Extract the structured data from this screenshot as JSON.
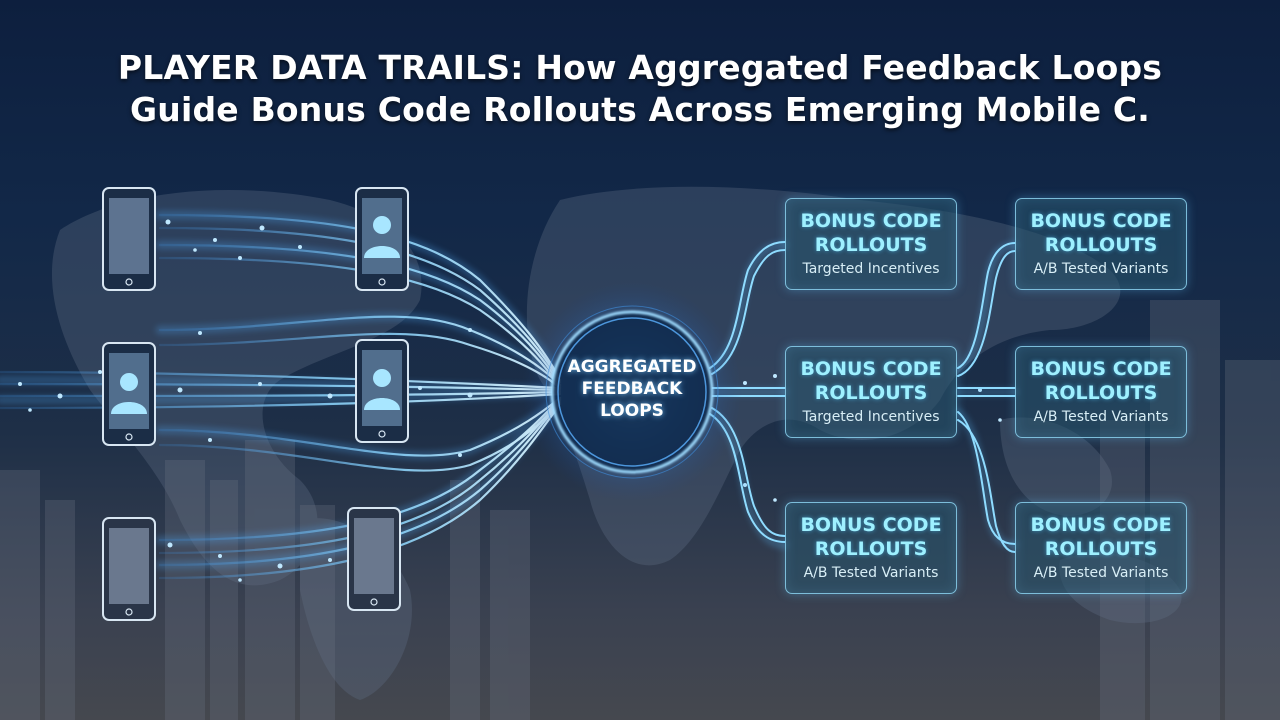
{
  "title": {
    "line1": "PLAYER DATA TRAILS: How Aggregated Feedback Loops",
    "line2": "Guide Bonus Code Rollouts Across Emerging Mobile C."
  },
  "hub": {
    "line1": "AGGREGATED",
    "line2": "FEEDBACK",
    "line3": "LOOPS"
  },
  "outputs": [
    {
      "title1": "BONUS CODE",
      "title2": "ROLLOUTS",
      "subtitle": "Targeted Incentives"
    },
    {
      "title1": "BONUS CODE",
      "title2": "ROLLOUTS",
      "subtitle": "A/B Tested Variants"
    },
    {
      "title1": "BONUS CODE",
      "title2": "ROLLOUTS",
      "subtitle": "Targeted Incentives"
    },
    {
      "title1": "BONUS CODE",
      "title2": "ROLLOUTS",
      "subtitle": "A/B Tested Variants"
    },
    {
      "title1": "BONUS CODE",
      "title2": "ROLLOUTS",
      "subtitle": "A/B Tested Variants"
    },
    {
      "title1": "BONUS CODE",
      "title2": "ROLLOUTS",
      "subtitle": "A/B Tested Variants"
    }
  ],
  "colors": {
    "accent": "#9ef0ff",
    "stream": "#6fc6ff",
    "background_top": "#0d1f3e"
  },
  "icons": {
    "device": "smartphone-icon",
    "user": "user-silhouette-icon"
  }
}
